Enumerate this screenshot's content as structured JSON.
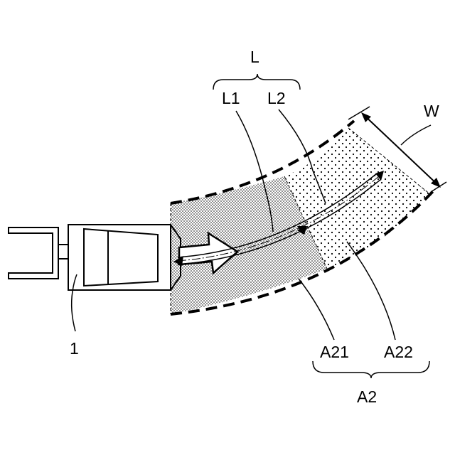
{
  "labels": {
    "L": "L",
    "L1": "L1",
    "L2": "L2",
    "W": "W",
    "vehicle": "1",
    "A21": "A21",
    "A22": "A22",
    "A2": "A2"
  }
}
